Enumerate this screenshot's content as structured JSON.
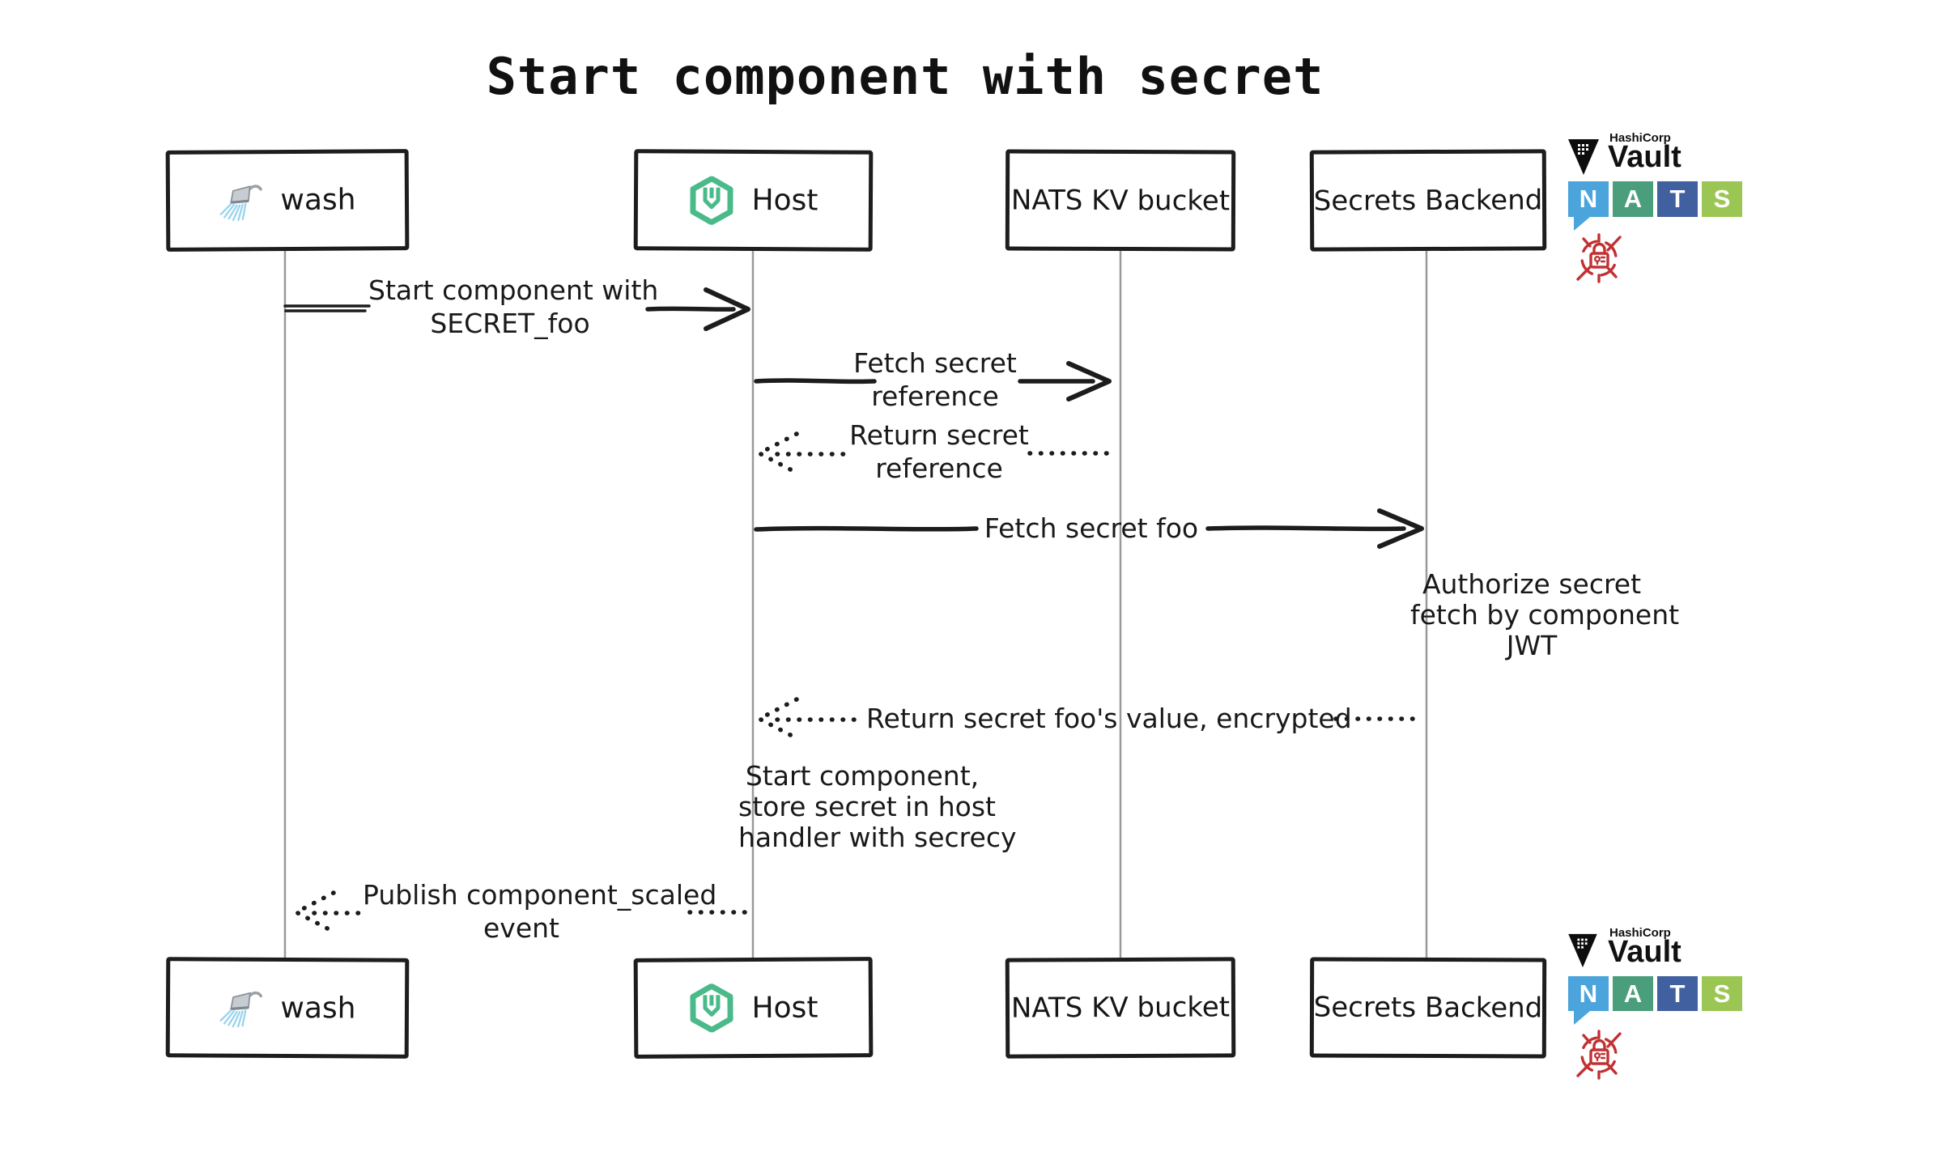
{
  "title": "Start component with secret",
  "actors": [
    {
      "id": "wash",
      "label": "wash",
      "icon": "shower-icon"
    },
    {
      "id": "host",
      "label": "Host",
      "icon": "wasmcloud-host-icon"
    },
    {
      "id": "nats-kv-bucket",
      "label": "NATS KV bucket",
      "icon": null
    },
    {
      "id": "secrets-backend",
      "label": "Secrets Backend",
      "icon": null
    }
  ],
  "messages": [
    {
      "from": "wash",
      "to": "host",
      "line_style": "solid",
      "lines": [
        "Start component with",
        "SECRET_foo"
      ]
    },
    {
      "from": "host",
      "to": "nats-kv-bucket",
      "line_style": "solid",
      "lines": [
        "Fetch secret",
        "reference"
      ]
    },
    {
      "from": "nats-kv-bucket",
      "to": "host",
      "line_style": "dotted",
      "lines": [
        "Return secret",
        "reference"
      ]
    },
    {
      "from": "host",
      "to": "secrets-backend",
      "line_style": "solid",
      "lines": [
        "Fetch secret foo"
      ]
    },
    {
      "from": "secrets-backend",
      "to": "host",
      "line_style": "dotted",
      "lines": [
        "Return secret foo's value, encrypted"
      ]
    },
    {
      "from": "host",
      "to": "wash",
      "line_style": "dotted",
      "lines": [
        "Publish component_scaled",
        "event"
      ]
    }
  ],
  "notes": [
    {
      "near": "secrets-backend",
      "lines": [
        "Authorize secret",
        "fetch by component",
        "JWT"
      ]
    },
    {
      "near": "host",
      "lines": [
        "Start component,",
        "store secret in host",
        "handler with secrecy"
      ]
    }
  ],
  "logos": {
    "vault": {
      "company": "HashiCorp",
      "product": "Vault"
    },
    "nats": {
      "letters": [
        "N",
        "A",
        "T",
        "S"
      ],
      "tile_colors": [
        "#4CA4DC",
        "#4A9E7C",
        "#41609F",
        "#9CC654"
      ]
    },
    "secret_lock": {
      "color": "#C13133"
    }
  },
  "colors": {
    "ink": "#1b1b1b",
    "lifeline_gray": "#9a9a9a",
    "wasmcloud_green": "#4BBA8B",
    "vault_black": "#0d0d0d",
    "shower_spray_blue": "#99d4ec"
  }
}
